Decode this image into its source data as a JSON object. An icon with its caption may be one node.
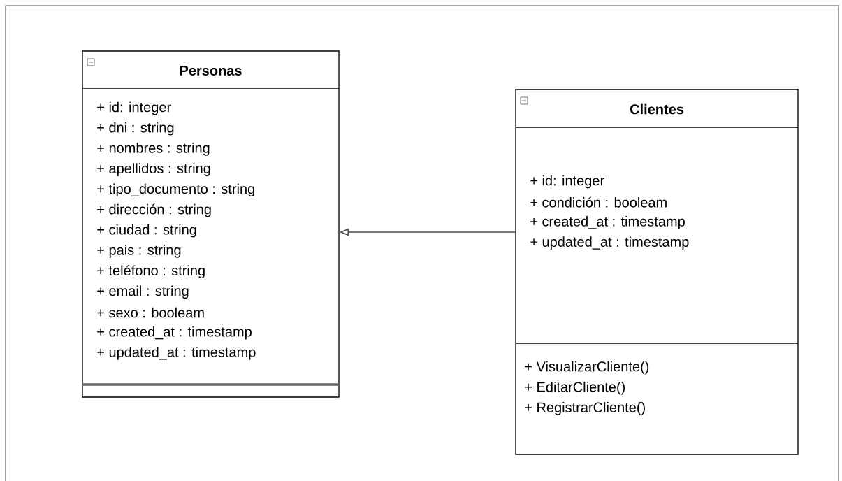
{
  "diagram": {
    "nodes": [
      {
        "text": [
          "Personas",
          "+ id: integer",
          "+ dni : string",
          "+ nombres : string",
          "+ apellidos : string",
          "+ tipo_documento : string",
          "+ dirección : string",
          "+ ciudad : string",
          "+ pais : string",
          "+ teléfono : string",
          "+ email : string",
          "+ sexo : booleam",
          "+ created_at : timestamp",
          "+ updated_at : timestamp"
        ]
      },
      {
        "text": [
          "Clientes",
          "+ id: integer",
          "+ condición : booleam",
          "+ created_at : timestamp",
          "+ updated_at : timestamp",
          "+ VisualizarCliente()",
          "+ EditarCliente()",
          "+ RegistrarCliente()"
        ]
      }
    ],
    "edges": [
      {
        "from": 1,
        "to": 0,
        "arrow": "to"
      }
    ]
  }
}
